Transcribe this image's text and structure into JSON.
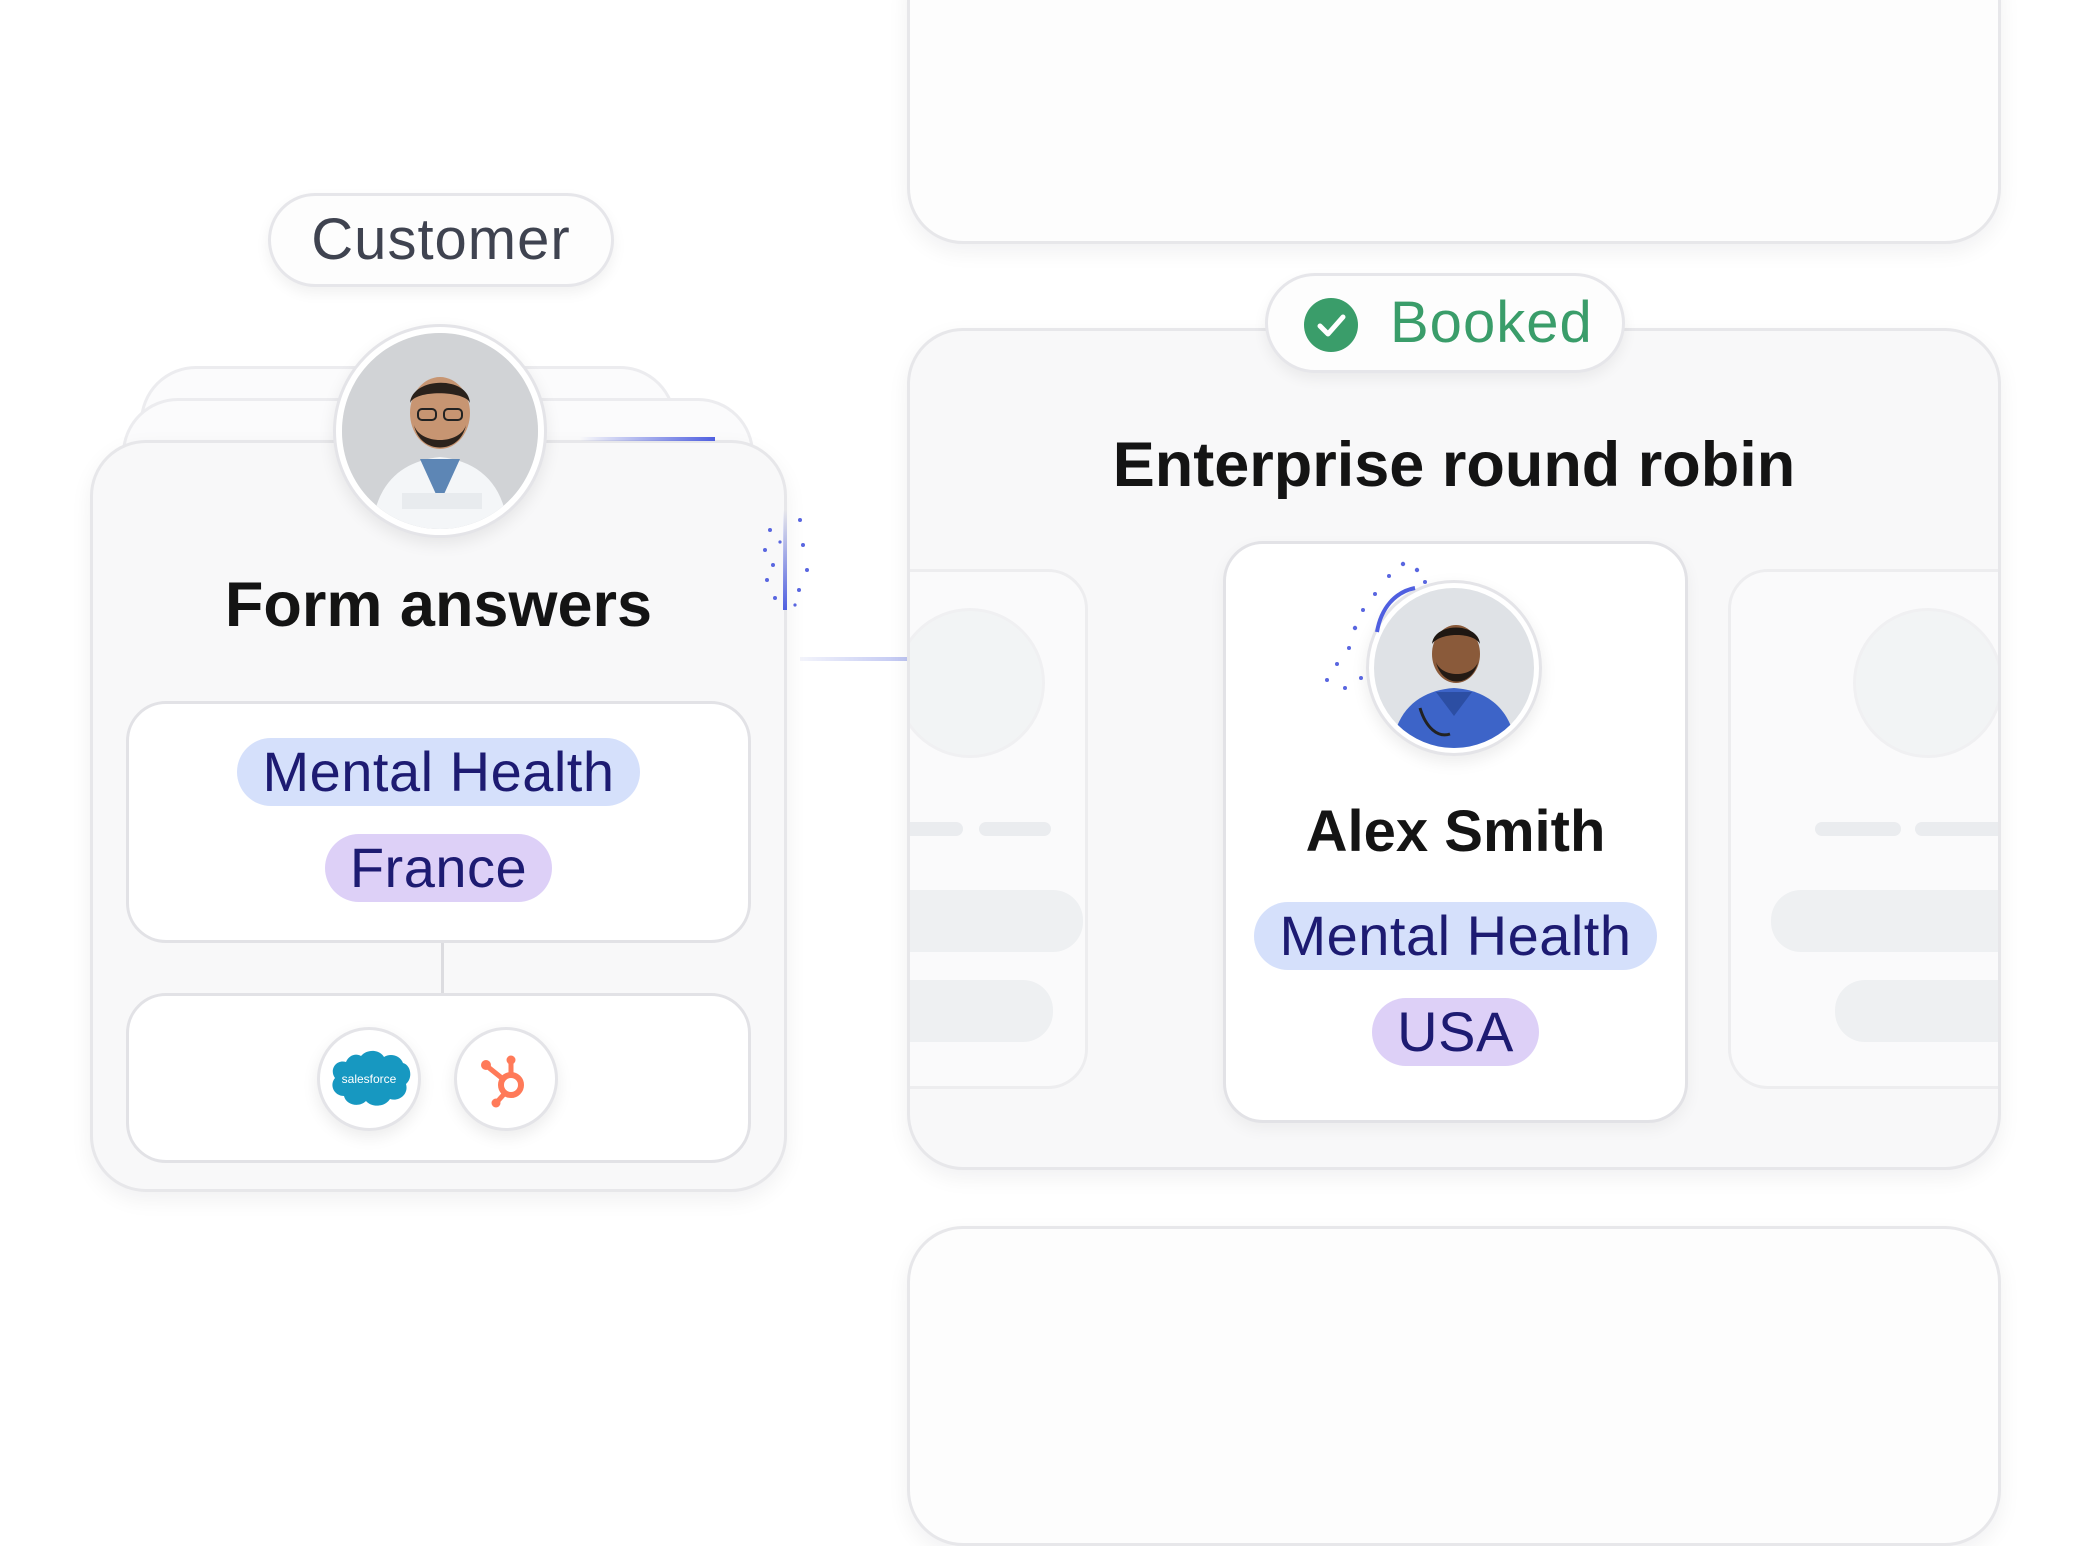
{
  "customer_tag": {
    "label": "Customer"
  },
  "form_card": {
    "title": "Form answers",
    "answers": [
      "Mental Health",
      "France"
    ],
    "integrations": [
      {
        "name": "salesforce",
        "label": "salesforce",
        "color": "#1798c1"
      },
      {
        "name": "hubspot",
        "label": "",
        "color": "#ff7a59"
      }
    ]
  },
  "status_tag": {
    "label": "Booked",
    "color": "#3a9d6a"
  },
  "routing_card": {
    "title": "Enterprise round robin",
    "assignee": {
      "name": "Alex Smith",
      "tags": [
        "Mental Health",
        "USA"
      ]
    }
  },
  "colors": {
    "pill_blue": "#d5e0fb",
    "pill_purple": "#ddd0f7",
    "pill_text": "#1d1b72",
    "connector": "#4f5fe0"
  }
}
